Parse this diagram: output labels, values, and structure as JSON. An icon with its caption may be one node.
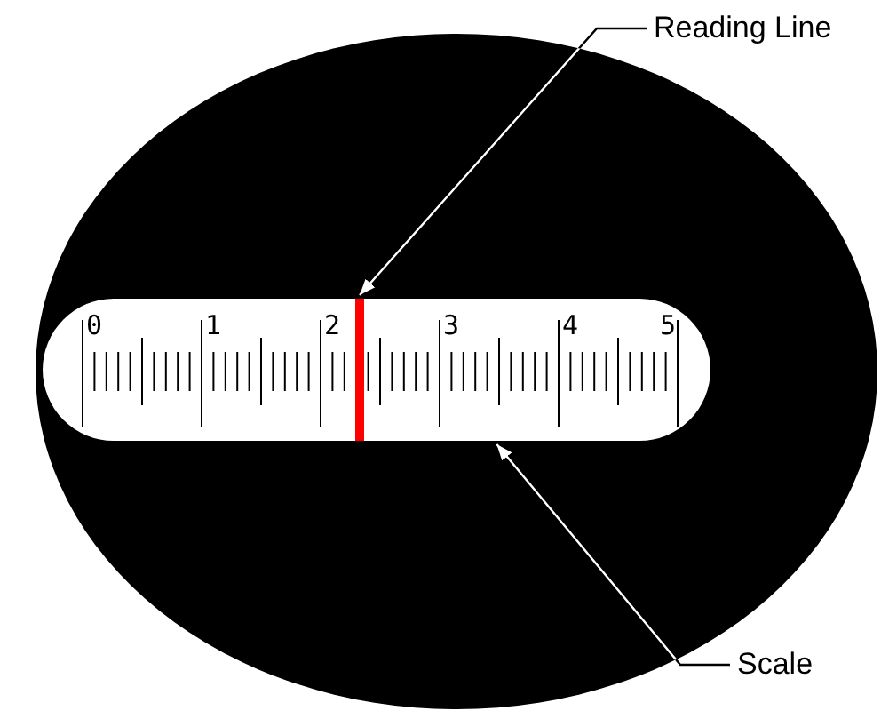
{
  "diagram": {
    "nodes": [
      {
        "text": [
          "Reading Line"
        ]
      },
      {
        "text": [],
        "shape": "bar",
        "in": 3
      },
      {
        "text": [
          "Scale"
        ]
      },
      {
        "text": [],
        "shape": "bar"
      }
    ],
    "edges": [
      {
        "from": 0,
        "to": 1,
        "arrow": "to"
      },
      {
        "from": 2,
        "to": 3,
        "arrow": "to"
      }
    ],
    "labels": [
      "0",
      "1",
      "2",
      "3",
      "4",
      "5"
    ]
  }
}
